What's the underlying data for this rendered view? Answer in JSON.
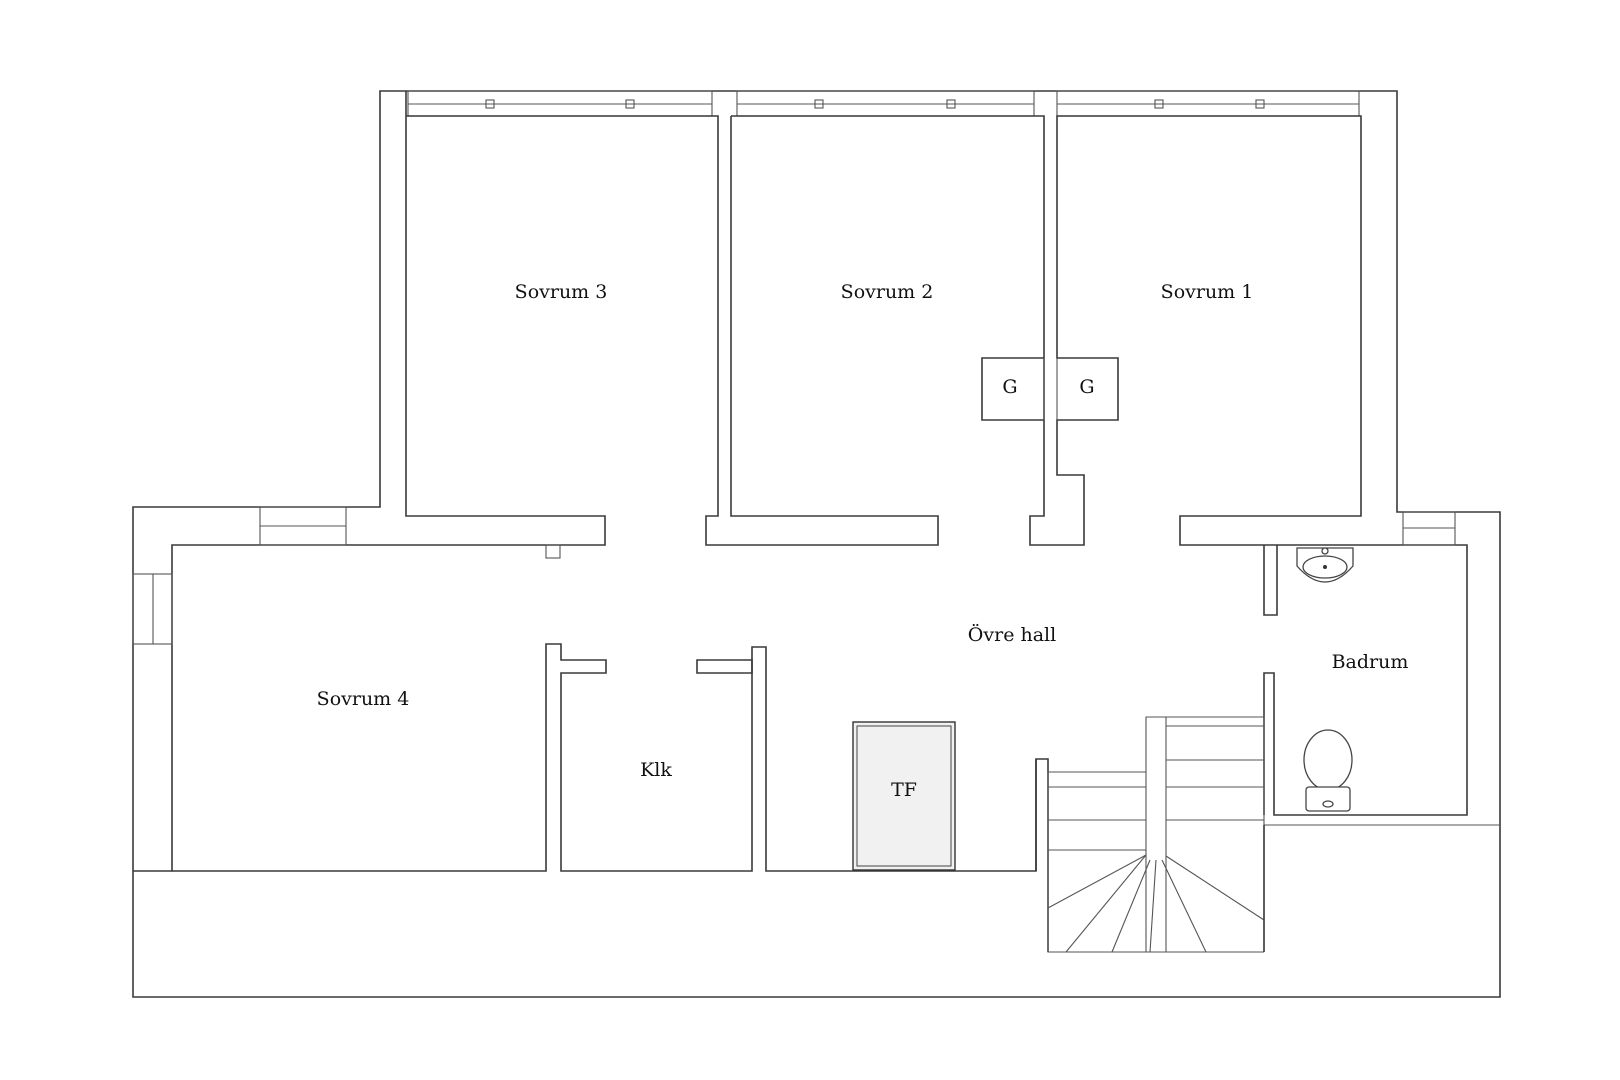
{
  "rooms": {
    "sovrum3": "Sovrum 3",
    "sovrum2": "Sovrum 2",
    "sovrum1": "Sovrum 1",
    "sovrum4": "Sovrum 4",
    "ovre_hall": "Övre hall",
    "badrum": "Badrum",
    "klk": "Klk",
    "tf": "TF"
  },
  "closets": {
    "g_left": "G",
    "g_right": "G"
  }
}
